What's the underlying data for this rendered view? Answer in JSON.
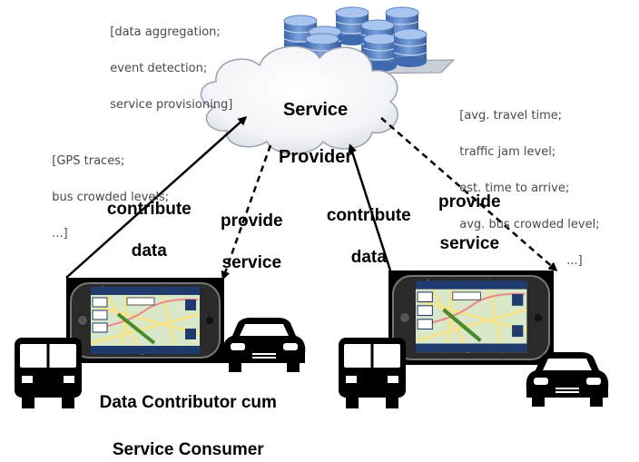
{
  "provider": {
    "line1": "Service",
    "line2": "Provider"
  },
  "provider_tasks": {
    "lines": [
      "[data aggregation;",
      "event detection;",
      "service provisioning]"
    ]
  },
  "left_inputs": {
    "lines": [
      "[GPS traces;",
      "bus crowded levels;",
      "...]"
    ]
  },
  "right_outputs": {
    "lines": [
      "[avg. travel time;",
      "traffic jam level;",
      "est. time to arrive;",
      "avg. bus crowded level;",
      "...]"
    ]
  },
  "flows": {
    "left_contribute": {
      "line1": "contribute",
      "line2": "data"
    },
    "left_provide": {
      "line1": "provide",
      "line2": "service"
    },
    "right_contribute": {
      "line1": "contribute",
      "line2": "data"
    },
    "right_provide": {
      "line1": "provide",
      "line2": "service"
    }
  },
  "caption": {
    "line1": "Data Contributor cum",
    "line2": "Service Consumer"
  },
  "icons": {
    "cloud": "cloud-icon",
    "database": "database-icon",
    "phone": "smartphone-icon",
    "bus": "bus-icon",
    "car": "car-icon"
  },
  "colors": {
    "cylinder": "#5b86c9",
    "cylinder_top": "#9fbde8",
    "map_green": "#a9cf7e",
    "text_gray": "#4a4a4a"
  }
}
